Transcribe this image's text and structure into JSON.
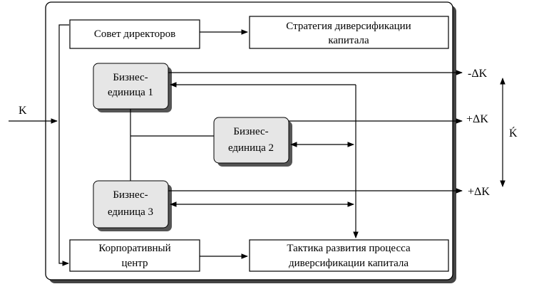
{
  "input_label": "K",
  "boxes": {
    "board": "Совет директоров",
    "strategy": [
      "Стратегия диверсификации",
      "капитала"
    ],
    "unit1": [
      "Бизнес-",
      "единица  1"
    ],
    "unit2": [
      "Бизнес-",
      "единица  2"
    ],
    "unit3": [
      "Бизнес-",
      "единица  3"
    ],
    "corporate": [
      "Корпоративный",
      "центр"
    ],
    "tactics": [
      "Тактика развития процесса",
      "диверсификации капитала"
    ]
  },
  "outputs": {
    "out1": "-ΔK",
    "out2": "+ΔK",
    "out3": "+ΔK",
    "total": "Ḱ"
  }
}
